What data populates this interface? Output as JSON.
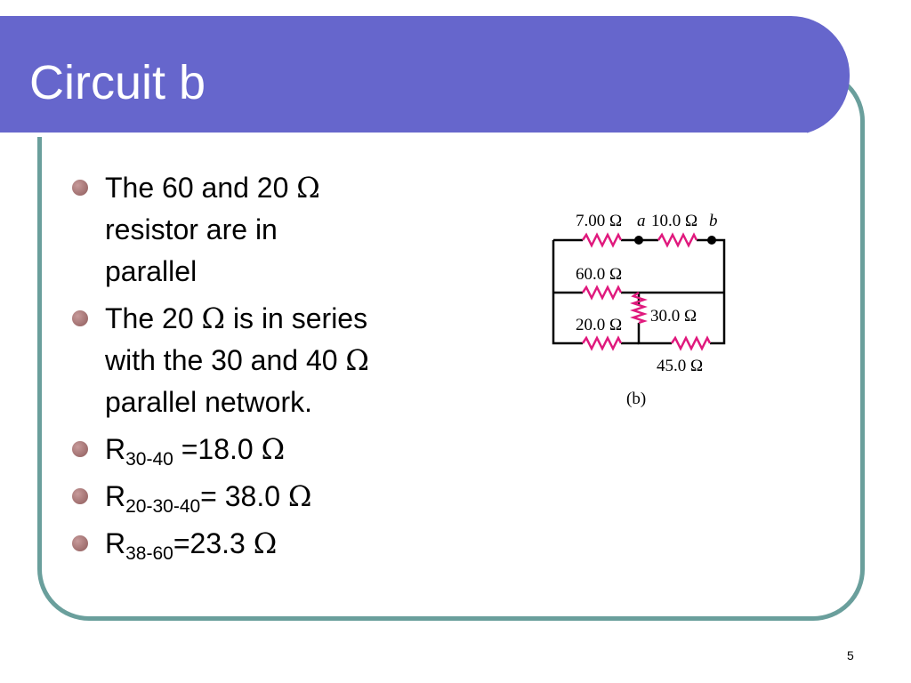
{
  "slide": {
    "title": "Circuit b",
    "page_number": "5"
  },
  "bullets": [
    {
      "lines": [
        "The 60 and 20 ",
        "Ω",
        "resistor are in",
        "parallel"
      ]
    },
    {
      "lines": [
        "The 20 ",
        "Ω",
        " is in series",
        "with the 30 and 40 ",
        "Ω",
        "parallel network."
      ]
    },
    {
      "main": "R",
      "sub": "30-40",
      "rest": " =18.0 ",
      "unit": "Ω"
    },
    {
      "main": "R",
      "sub": "20-30-40",
      "rest": "= 38.0 ",
      "unit": "Ω"
    },
    {
      "main": "R",
      "sub": "38-60",
      "rest": "=23.3 ",
      "unit": "Ω"
    }
  ],
  "circuit": {
    "r1_label": "7.00 Ω",
    "node_a": "a",
    "r2_label": "10.0 Ω",
    "node_b": "b",
    "r60_label": "60.0 Ω",
    "r20_label": "20.0 Ω",
    "r30_label": "30.0 Ω",
    "r45_label": "45.0 Ω",
    "caption": "(b)",
    "colors": {
      "resistor": "#e0197d",
      "wire": "#000000"
    }
  }
}
